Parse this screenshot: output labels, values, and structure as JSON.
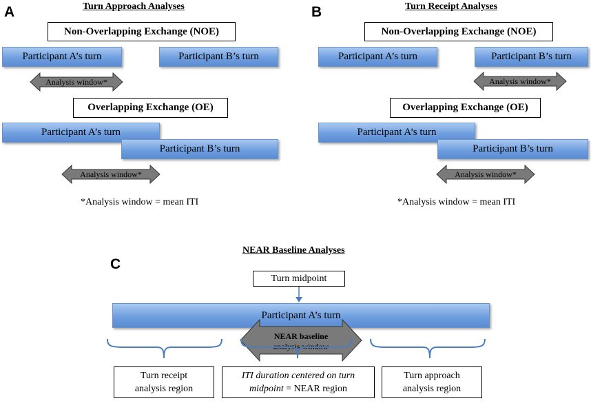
{
  "panel_a": {
    "letter": "A",
    "title": "Turn Approach Analyses",
    "noe_label": "Non-Overlapping Exchange (NOE)",
    "oe_label": "Overlapping Exchange (OE)",
    "turn_a": "Participant A’s turn",
    "turn_b": "Participant B’s turn",
    "window_label": "Analysis window*",
    "footnote": "*Analysis window = mean ITI"
  },
  "panel_b": {
    "letter": "B",
    "title": "Turn Receipt Analyses",
    "noe_label": "Non-Overlapping Exchange (NOE)",
    "oe_label": "Overlapping Exchange (OE)",
    "turn_a": "Participant A’s turn",
    "turn_b": "Participant B’s turn",
    "window_label": "Analysis window*",
    "footnote": "*Analysis window = mean ITI"
  },
  "panel_c": {
    "letter": "C",
    "title": "NEAR Baseline Analyses",
    "midpoint_label": "Turn midpoint",
    "turn_a": "Participant A’s turn",
    "near_window_line1": "NEAR baseline",
    "near_window_line2": "analysis window",
    "region_receipt_line1": "Turn receipt",
    "region_receipt_line2": "analysis region",
    "region_near_line1": "ITI duration centered on turn",
    "region_near_line2_italic": "midpoint",
    "region_near_line2_rest": " = NEAR region",
    "region_approach_line1": "Turn approach",
    "region_approach_line2": "analysis region"
  },
  "colors": {
    "turn_fill": "#6f9fdf",
    "arrow_fill": "#7a7a7a",
    "bracket": "#4a7cc0"
  }
}
